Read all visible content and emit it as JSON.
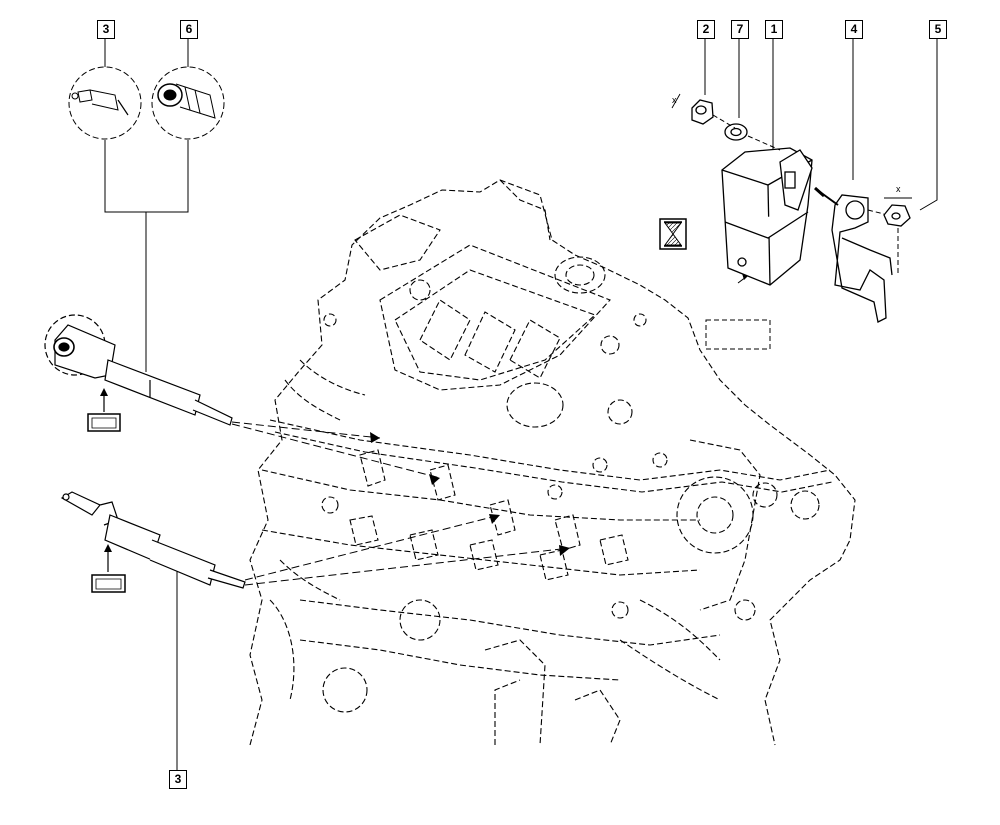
{
  "diagram": {
    "callouts": [
      {
        "id": "callout-3-top",
        "label": "3"
      },
      {
        "id": "callout-6",
        "label": "6"
      },
      {
        "id": "callout-2",
        "label": "2"
      },
      {
        "id": "callout-7",
        "label": "7"
      },
      {
        "id": "callout-1",
        "label": "1"
      },
      {
        "id": "callout-4",
        "label": "4"
      },
      {
        "id": "callout-5",
        "label": "5"
      },
      {
        "id": "callout-3-bottom",
        "label": "3"
      }
    ],
    "torque_marks": [
      "x",
      "x"
    ],
    "icons": [
      "hourglass-wait-icon",
      "torque-box-icon",
      "tightening-box-icon"
    ],
    "line_color": "#000000"
  }
}
